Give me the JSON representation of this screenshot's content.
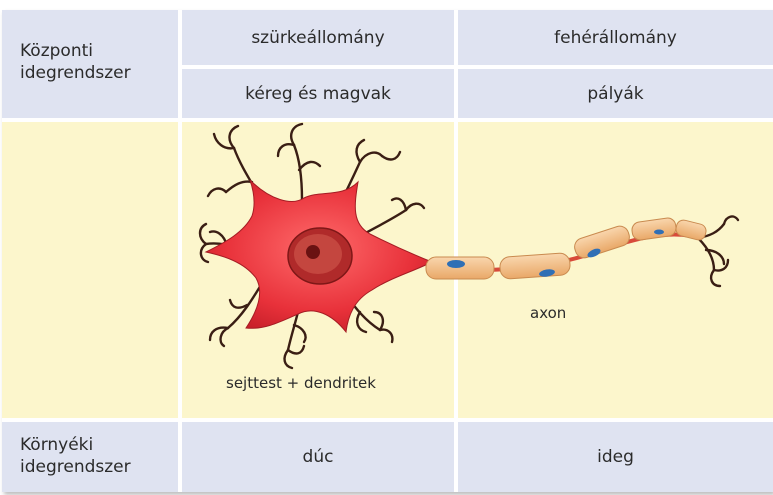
{
  "table": {
    "cns_label": "Központi\nidegrendszer",
    "grey_matter": "szürkeállomány",
    "white_matter": "fehérállomány",
    "cortex_nuclei": "kéreg és magvak",
    "tracts": "pályák",
    "pns_label": "Környéki\nidegrendszer",
    "ganglion": "dúc",
    "nerve": "ideg"
  },
  "diagram": {
    "cell_body_label": "sejttest + dendritek",
    "axon_label": "axon"
  },
  "colors": {
    "header_blue": "#dfe3f1",
    "body_yellow": "#fcf6cc",
    "neuron_red": "#e8313a",
    "dendrite_dark": "#3a1e14",
    "myelin": "#f3c08c",
    "nucleus_blue": "#2f6fb5"
  }
}
